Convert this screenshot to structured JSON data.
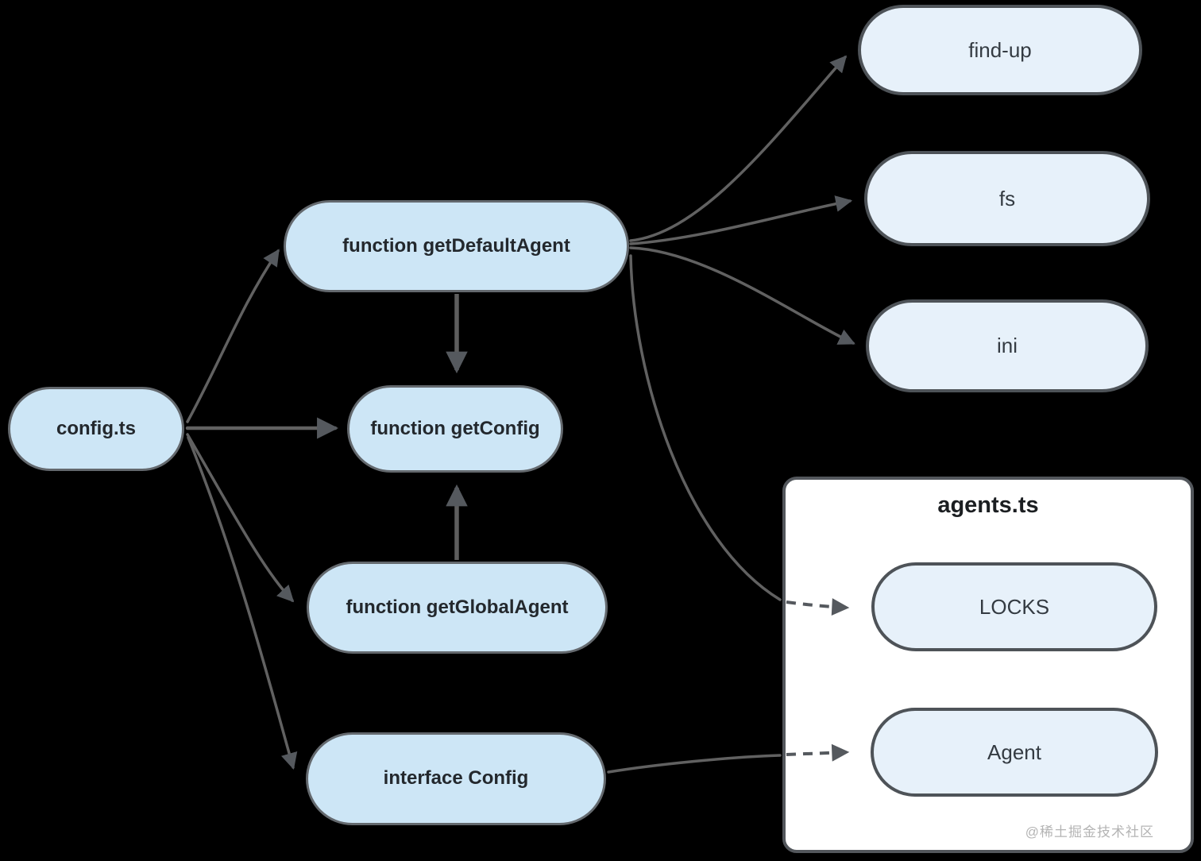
{
  "background": "#000000",
  "watermark": "@稀土掘金技术社区",
  "container": {
    "title": "agents.ts"
  },
  "nodes": {
    "config": {
      "label": "config.ts",
      "kind": "file"
    },
    "get_default_agent": {
      "label": "function getDefaultAgent",
      "kind": "function"
    },
    "get_config": {
      "label": "function getConfig",
      "kind": "function"
    },
    "get_global_agent": {
      "label": "function getGlobalAgent",
      "kind": "function"
    },
    "interface_config": {
      "label": "interface Config",
      "kind": "interface"
    },
    "find_up": {
      "label": "find-up",
      "kind": "dependency"
    },
    "fs": {
      "label": "fs",
      "kind": "dependency"
    },
    "ini": {
      "label": "ini",
      "kind": "dependency"
    },
    "locks": {
      "label": "LOCKS",
      "kind": "export"
    },
    "agent": {
      "label": "Agent",
      "kind": "export"
    }
  },
  "edges": [
    {
      "from": "config",
      "to": "get_default_agent",
      "style": "solid"
    },
    {
      "from": "config",
      "to": "get_config",
      "style": "solid"
    },
    {
      "from": "config",
      "to": "get_global_agent",
      "style": "solid"
    },
    {
      "from": "config",
      "to": "interface_config",
      "style": "solid"
    },
    {
      "from": "get_default_agent",
      "to": "get_config",
      "style": "solid-thick"
    },
    {
      "from": "get_global_agent",
      "to": "get_config",
      "style": "solid-thick"
    },
    {
      "from": "get_default_agent",
      "to": "find_up",
      "style": "solid"
    },
    {
      "from": "get_default_agent",
      "to": "fs",
      "style": "solid"
    },
    {
      "from": "get_default_agent",
      "to": "ini",
      "style": "solid"
    },
    {
      "from": "get_default_agent",
      "to": "locks",
      "style": "dashed-into-container"
    },
    {
      "from": "interface_config",
      "to": "agent",
      "style": "dashed-into-container"
    }
  ],
  "colors": {
    "node_fill_primary": "#cde6f6",
    "node_fill_secondary": "#e7f1fa",
    "node_border_primary": "#64696e",
    "node_border_secondary": "#4e5358",
    "edge": "#616161",
    "arrowhead": "#55595e",
    "container_fill": "#ffffff",
    "text_dark": "#23282d",
    "watermark_text": "#b4b4b4"
  }
}
